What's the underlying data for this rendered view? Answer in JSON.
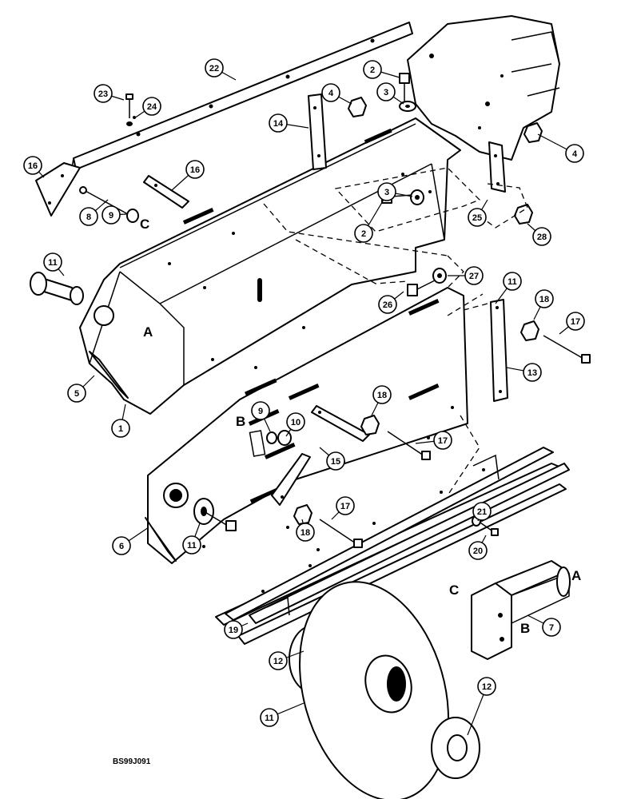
{
  "figure_code": "BS99J091",
  "callouts": [
    "1",
    "2",
    "2",
    "3",
    "3",
    "4",
    "4",
    "5",
    "6",
    "7",
    "8",
    "9",
    "9",
    "10",
    "11",
    "11",
    "11",
    "11",
    "12",
    "12",
    "13",
    "14",
    "15",
    "16",
    "16",
    "17",
    "17",
    "17",
    "18",
    "18",
    "18",
    "19",
    "20",
    "21",
    "22",
    "23",
    "24",
    "25",
    "26",
    "27",
    "28"
  ],
  "letters": [
    "A",
    "A",
    "B",
    "B",
    "C",
    "C"
  ]
}
